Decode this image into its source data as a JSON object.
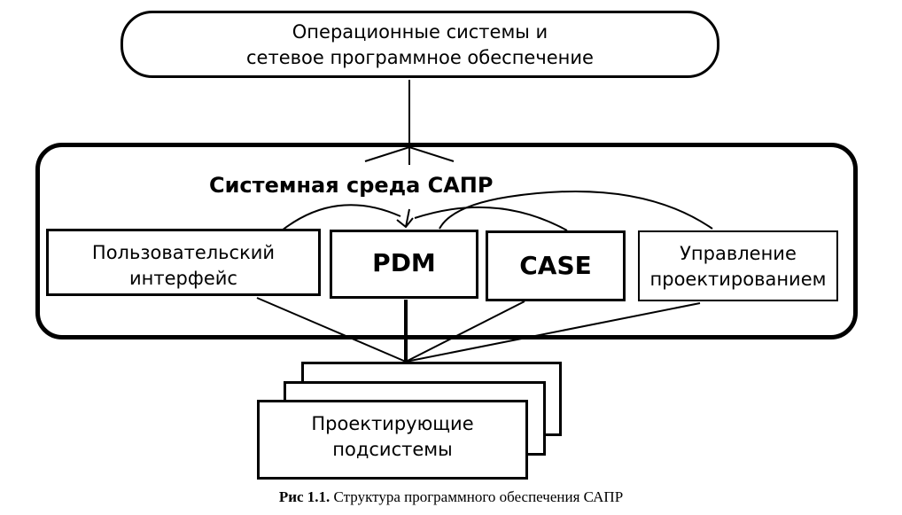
{
  "diagram": {
    "os_node": {
      "line1": "Операционные системы и",
      "line2": "сетевое программное обеспечение"
    },
    "environment": {
      "title": "Системная среда САПР"
    },
    "modules": [
      {
        "line1": "Пользовательский",
        "line2": "интерфейс"
      },
      {
        "label": "PDM"
      },
      {
        "label": "CASE"
      },
      {
        "line1": "Управление",
        "line2": "проектированием"
      }
    ],
    "subsystems": {
      "line1": "Проектирующие",
      "line2": "подсистемы"
    }
  },
  "caption": {
    "number": "Рис 1.1.",
    "text": "Структура программного обеспечения САПР"
  }
}
